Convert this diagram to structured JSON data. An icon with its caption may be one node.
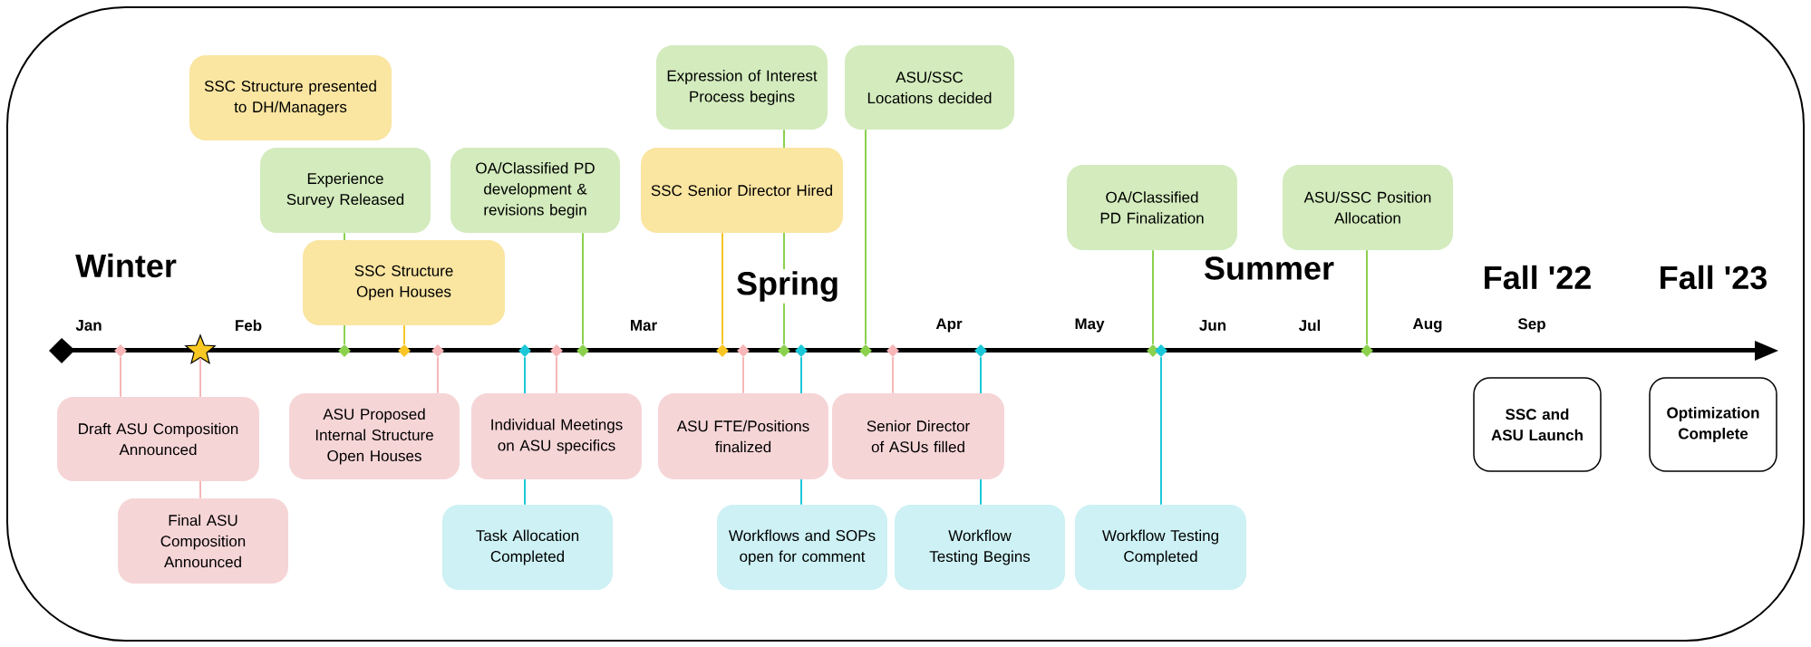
{
  "diagram": {
    "nodes": [
      {
        "text": [
          "SSC Structure presented to DH/Managers"
        ]
      },
      {
        "text": [
          "Expression of Interest Process begins"
        ]
      },
      {
        "text": [
          "ASU/SSC Locations decided"
        ]
      },
      {
        "text": [
          "Experience Survey Released"
        ]
      },
      {
        "text": [
          "OA/Classified PD development & revisions begin"
        ]
      },
      {
        "text": [
          "SSC Senior Director Hired"
        ]
      },
      {
        "text": [
          "OA/Classified PD Finalization"
        ]
      },
      {
        "text": [
          "ASU/SSC Position Allocation"
        ]
      },
      {
        "text": [
          "SSC Structure Open Houses"
        ]
      },
      {
        "text": [],
        "shape": "diamond"
      },
      {
        "text": [],
        "shape": "star"
      },
      {
        "text": [],
        "shape": "diamond"
      },
      {
        "text": [],
        "shape": "diamond"
      },
      {
        "text": [],
        "shape": "diamond"
      },
      {
        "text": [],
        "shape": "diamond"
      },
      {
        "text": [],
        "shape": "diamond"
      },
      {
        "text": [],
        "shape": "diamond"
      },
      {
        "text": [],
        "shape": "diamond"
      },
      {
        "text": [],
        "shape": "diamond"
      },
      {
        "text": [],
        "shape": "diamond"
      },
      {
        "text": [],
        "shape": "diamond"
      },
      {
        "text": [],
        "shape": "diamond"
      },
      {
        "text": [],
        "shape": "diamond"
      },
      {
        "text": [],
        "shape": "diamond"
      },
      {
        "text": [],
        "shape": "diamond"
      },
      {
        "text": [],
        "shape": "diamond"
      },
      {
        "text": [],
        "shape": "diamond"
      },
      {
        "text": [
          "Draft ASU Composition Announced"
        ]
      },
      {
        "text": [
          "ASU Proposed Internal Structure Open Houses"
        ]
      },
      {
        "text": [
          "Individual Meetings on ASU specifics"
        ]
      },
      {
        "text": [
          "ASU FTE/Positions finalized"
        ]
      },
      {
        "text": [
          "Senior Director of ASUs filled"
        ]
      },
      {
        "text": [
          "SSC and ASU Launch"
        ]
      },
      {
        "text": [
          "Optimization Complete"
        ]
      },
      {
        "text": [
          "Final ASU Composition Announced"
        ]
      },
      {
        "text": [
          "Task Allocation Completed"
        ]
      },
      {
        "text": [
          "Workflows and SOPs open for comment"
        ]
      },
      {
        "text": [
          "Workflow Testing Begins"
        ]
      },
      {
        "text": [
          "Workflow Testing Completed"
        ]
      }
    ],
    "edges": [
      {
        "from": 3,
        "to": 11,
        "arrow": "none",
        "color": "#8bd14e"
      },
      {
        "from": 8,
        "to": 12,
        "arrow": "none",
        "color": "#f8c524"
      },
      {
        "from": 4,
        "to": 16,
        "arrow": "none",
        "color": "#8bd14e"
      },
      {
        "from": 1,
        "to": 19,
        "arrow": "none",
        "color": "#8bd14e"
      },
      {
        "from": 5,
        "to": 17,
        "arrow": "none",
        "color": "#f8c524"
      },
      {
        "from": 2,
        "to": 21,
        "arrow": "none",
        "color": "#8bd14e"
      },
      {
        "from": 6,
        "to": 24,
        "arrow": "none",
        "color": "#8bd14e"
      },
      {
        "from": 7,
        "to": 26,
        "arrow": "none",
        "color": "#8bd14e"
      },
      {
        "from": 27,
        "to": 9,
        "arrow": "none",
        "color": "#f7b6b8"
      },
      {
        "from": 34,
        "to": 10,
        "arrow": "none",
        "color": "#f7b6b8"
      },
      {
        "from": 28,
        "to": 13,
        "arrow": "none",
        "color": "#f7b6b8"
      },
      {
        "from": 29,
        "to": 15,
        "arrow": "none",
        "color": "#f7b6b8"
      },
      {
        "from": 35,
        "to": 14,
        "arrow": "none",
        "color": "#1cc8d8"
      },
      {
        "from": 30,
        "to": 18,
        "arrow": "none",
        "color": "#f7b6b8"
      },
      {
        "from": 36,
        "to": 20,
        "arrow": "none",
        "color": "#1cc8d8"
      },
      {
        "from": 31,
        "to": 22,
        "arrow": "none",
        "color": "#f7b6b8"
      },
      {
        "from": 37,
        "to": 23,
        "arrow": "none",
        "color": "#1cc8d8"
      },
      {
        "from": 38,
        "to": 25,
        "arrow": "none",
        "color": "#1cc8d8"
      }
    ],
    "labels": [
      "Winter",
      "Spring",
      "Summer",
      "Fall '22",
      "Fall '23",
      "Jan",
      "Feb",
      "Mar",
      "Apr",
      "May",
      "Jun",
      "Jul",
      "Aug",
      "Sep"
    ]
  }
}
